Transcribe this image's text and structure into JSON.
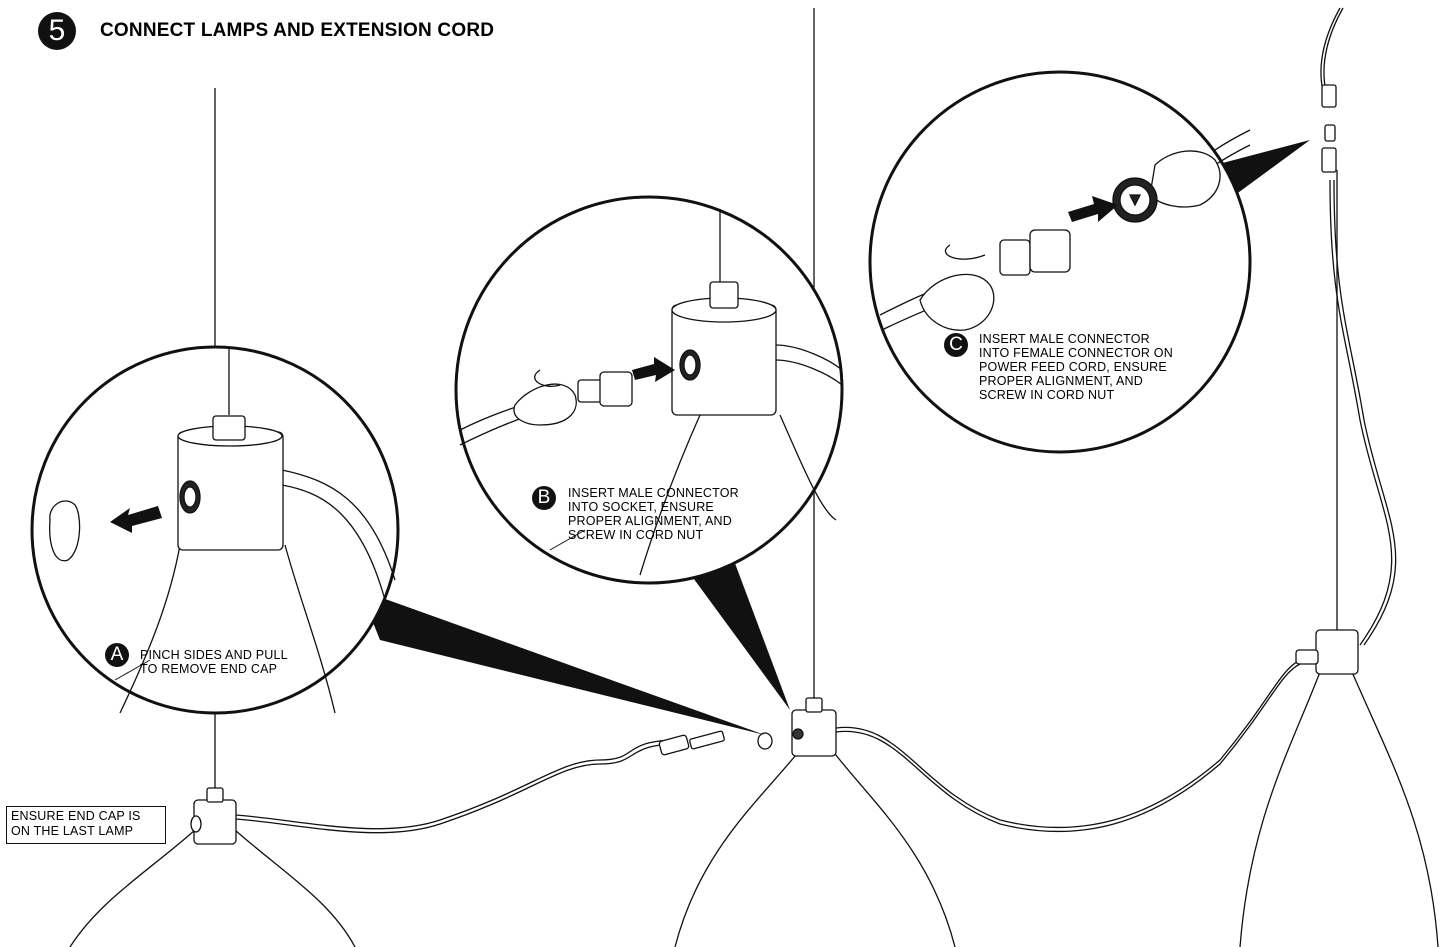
{
  "step": {
    "number": "5",
    "title": "CONNECT LAMPS AND EXTENSION CORD"
  },
  "callouts": [
    {
      "letter": "A",
      "text": "PINCH SIDES AND PULL\nTO REMOVE END CAP"
    },
    {
      "letter": "B",
      "text": "INSERT MALE CONNECTOR\nINTO SOCKET, ENSURE\nPROPER ALIGNMENT, AND\nSCREW IN CORD NUT"
    },
    {
      "letter": "C",
      "text": "INSERT MALE CONNECTOR\nINTO FEMALE CONNECTOR ON\nPOWER FEED CORD, ENSURE\nPROPER ALIGNMENT, AND\nSCREW IN CORD NUT"
    }
  ],
  "note": "ENSURE END CAP IS\nON THE LAST LAMP",
  "colors": {
    "line": "#111111",
    "fill": "#ffffff",
    "badge": "#111111"
  },
  "icons": [
    "step-badge-icon",
    "callout-letter-icon",
    "arrow-icon",
    "lamp-icon",
    "connector-icon"
  ]
}
